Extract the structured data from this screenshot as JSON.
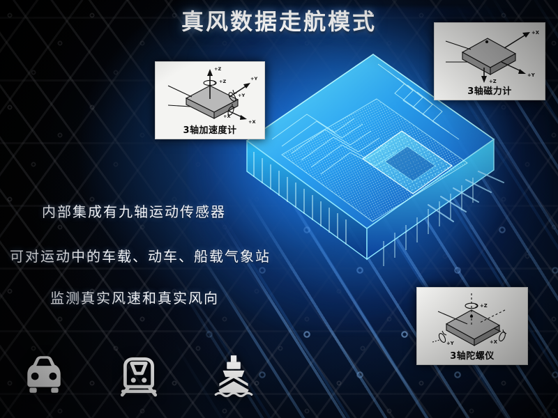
{
  "poster": {
    "title": "真风数据走航模式",
    "body_lines": [
      "内部集成有九轴运动传感器",
      "可对运动中的车载、动车、船载气象站",
      "监测真实风速和真实风向"
    ],
    "colors": {
      "title_text": "#ffffff",
      "body_text": "#f2f4f8",
      "background_dark": "#05070c",
      "chip_glow_cyan": "#3cbeff",
      "chip_glow_blue": "#1978e6",
      "card_background": "#f4f4f2",
      "card_caption_text": "#0a0a0a",
      "vehicle_icon": "#ffffff"
    }
  },
  "sensor_cards": [
    {
      "id": "accelerometer",
      "caption": "3轴加速度计",
      "axis_labels": [
        "+Z",
        "+Z",
        "+Y",
        "+Y",
        "+X",
        "+X"
      ]
    },
    {
      "id": "magnetometer",
      "caption": "3轴磁力计",
      "axis_labels": [
        "+X",
        "+Y",
        "+Z"
      ]
    },
    {
      "id": "gyroscope",
      "caption": "3轴陀螺仪",
      "axis_labels": [
        "+Z",
        "+Y",
        "+X"
      ]
    }
  ],
  "vehicle_icons": [
    {
      "id": "car",
      "icon": "car-front-icon"
    },
    {
      "id": "train",
      "icon": "train-front-icon"
    },
    {
      "id": "ship",
      "icon": "ship-front-icon"
    }
  ],
  "central_graphic": {
    "name": "glowing-microchip",
    "description": "3D blue glowing integrated circuit package with circuit traces and pin grid array"
  }
}
